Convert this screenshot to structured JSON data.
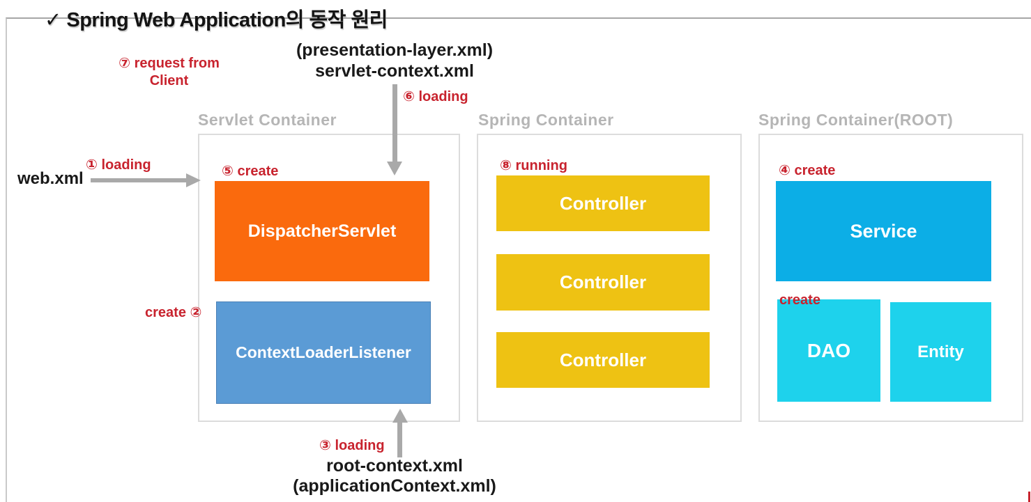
{
  "title": "✓ Spring Web Application의 동작 원리",
  "colors": {
    "orange": "#fa6a0d",
    "steel_blue": "#5b9bd5",
    "gold": "#eec213",
    "azure": "#0caee6",
    "cyan": "#1ed2ec",
    "red": "#c8232e",
    "gray_label": "#b5b5b5",
    "arrow": "#a9a9a9"
  },
  "files": {
    "web_xml": "web.xml",
    "presentation_layer": "(presentation-layer.xml)",
    "servlet_context": "servlet-context.xml",
    "root_context": "root-context.xml",
    "application_context": "(applicationContext.xml)"
  },
  "steps": {
    "s1": "① loading",
    "s2_word": "create",
    "s2_num": "②",
    "s3": "③ loading",
    "s4": "④ create",
    "s5": "⑤ create",
    "s6": "⑥ loading",
    "s7_line1": "⑦ request from",
    "s7_line2": "Client",
    "s8": "⑧ running",
    "create_dao": "create"
  },
  "containers": {
    "servlet": {
      "label": "Servlet Container",
      "boxes": {
        "dispatcher": "DispatcherServlet",
        "context_loader": "ContextLoaderListener"
      }
    },
    "spring": {
      "label": "Spring Container",
      "boxes": {
        "controller1": "Controller",
        "controller2": "Controller",
        "controller3": "Controller"
      }
    },
    "spring_root": {
      "label": "Spring Container(ROOT)",
      "boxes": {
        "service": "Service",
        "dao": "DAO",
        "entity": "Entity"
      }
    }
  }
}
